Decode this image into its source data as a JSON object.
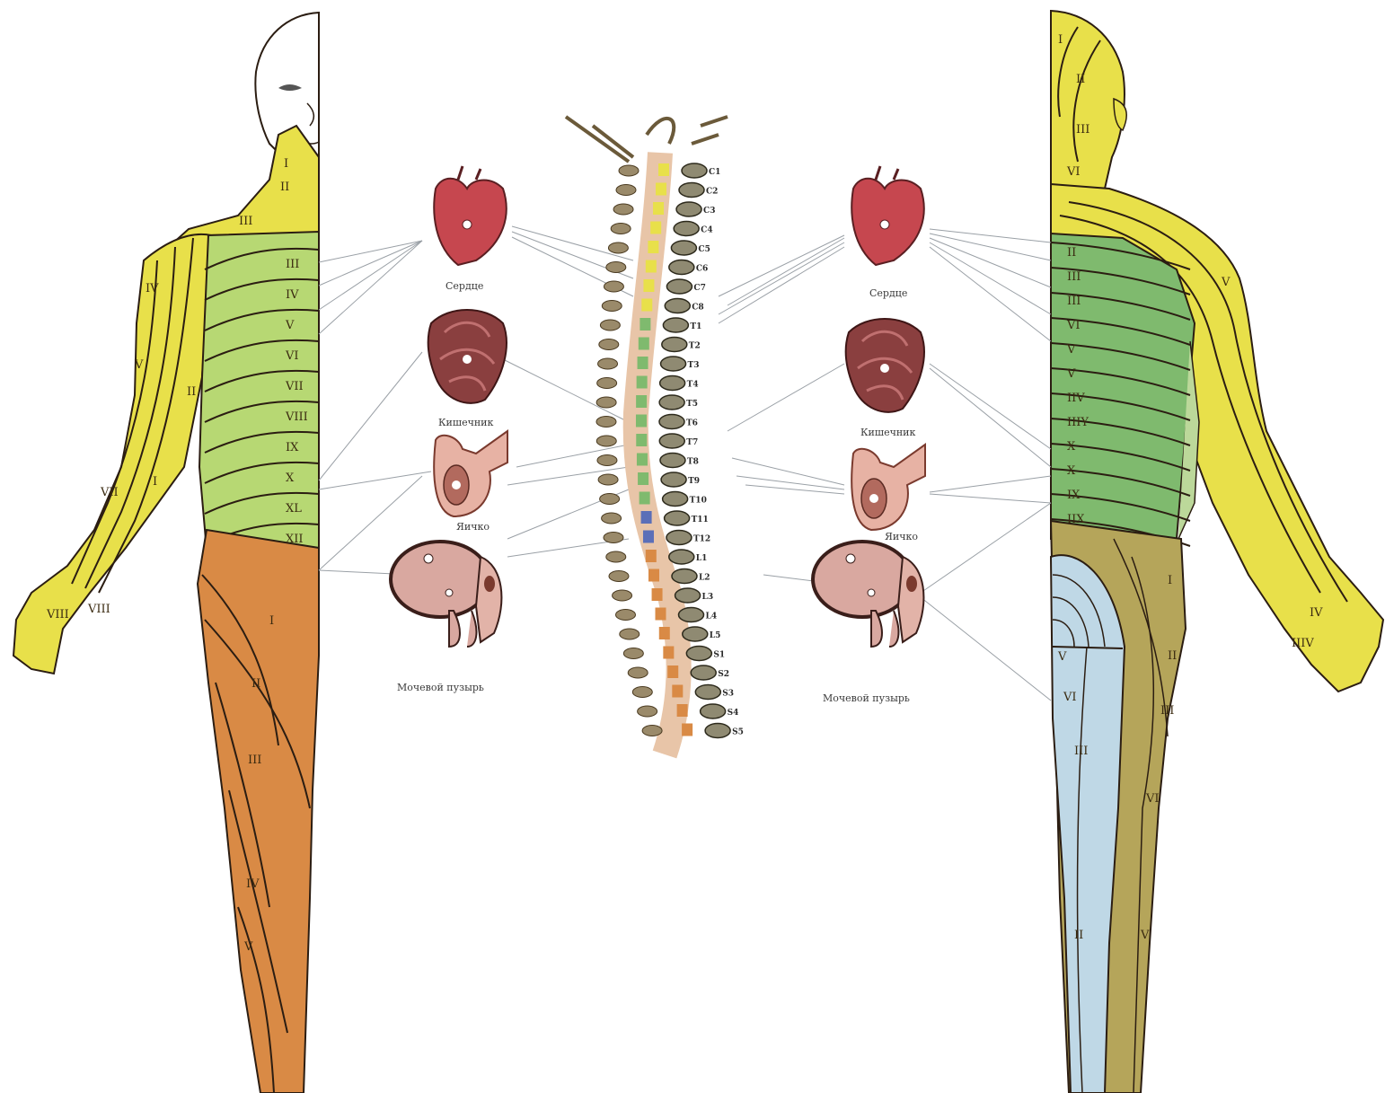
{
  "colors": {
    "cervical": "#e8e04a",
    "thoracic": "#b7d873",
    "thoracic_back": "#7fba6e",
    "lumbar_front": "#d98a45",
    "lumbar_back": "#b5a55a",
    "sacral_back": "#bfd8e6",
    "heart": "#c6474f",
    "intestine": "#8a3f3f",
    "kidney": "#e7b2a4",
    "bladder": "#d9a8a0",
    "outline": "#2b1d12",
    "connector": "#9aa0a6"
  },
  "front": {
    "neck_labels": [
      "I",
      "II",
      "III"
    ],
    "trunk_labels": [
      "III",
      "IV",
      "V",
      "VI",
      "VII",
      "VIII",
      "IX",
      "X",
      "XL",
      "XII"
    ],
    "arm_labels": [
      "IV",
      "V",
      "II",
      "I",
      "VII",
      "VIII",
      "VIII"
    ],
    "leg_labels": [
      "I",
      "II",
      "III",
      "IV",
      "V"
    ]
  },
  "back": {
    "head_labels": [
      "I",
      "II",
      "III",
      "VI"
    ],
    "trunk_labels": [
      "II",
      "III",
      "III",
      "VI",
      "V",
      "V",
      "IIV",
      "IIIY",
      "X",
      "X",
      "IX",
      "IIX"
    ],
    "arm_labels": [
      "V",
      "IV",
      "IIIV"
    ],
    "leg_labels": [
      "I",
      "II",
      "III",
      "V",
      "VI",
      "III",
      "VI",
      "II",
      "V"
    ]
  },
  "organs_left": {
    "heart": "Сердце",
    "kidney": "Кишечник",
    "testis": "Яичко",
    "bladder": "Мочевой пузырь"
  },
  "organs_right": {
    "heart": "Сердце",
    "kidney": "Кишечник",
    "testis": "Яичко",
    "bladder": "Мочевой пузырь"
  },
  "spine": {
    "labels": [
      "C1",
      "C2",
      "C3",
      "C4",
      "C5",
      "C6",
      "C7",
      "C8",
      "T1",
      "T2",
      "T3",
      "T4",
      "T5",
      "T6",
      "T7",
      "T8",
      "T9",
      "T10",
      "T11",
      "T12",
      "L1",
      "L2",
      "L3",
      "L4",
      "L5",
      "S1",
      "S2",
      "S3",
      "S4",
      "S5"
    ]
  }
}
